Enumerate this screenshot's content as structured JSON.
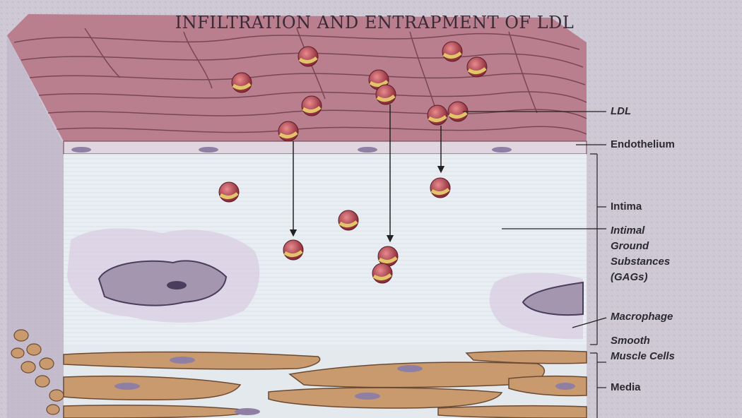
{
  "title": "INFILTRATION AND ENTRAPMENT OF LDL",
  "labels": {
    "ldl": "LDL",
    "endothelium": "Endothelium",
    "intima": "Intima",
    "gags_line1": "Intimal",
    "gags_line2": "Ground",
    "gags_line3": "Substances",
    "gags_line4": "(GAGs)",
    "macrophage": "Macrophage",
    "smc_line1": "Smooth",
    "smc_line2": "Muscle Cells",
    "media": "Media"
  },
  "colors": {
    "background": "#cfc9d6",
    "endothelial_cells": "#b97f8e",
    "intima": "#e7edf2",
    "macrophage": "#a596b0",
    "smooth_muscle": "#c99a6e",
    "ldl_red": "#b8424c",
    "ldl_yellow": "#e2c56a"
  }
}
